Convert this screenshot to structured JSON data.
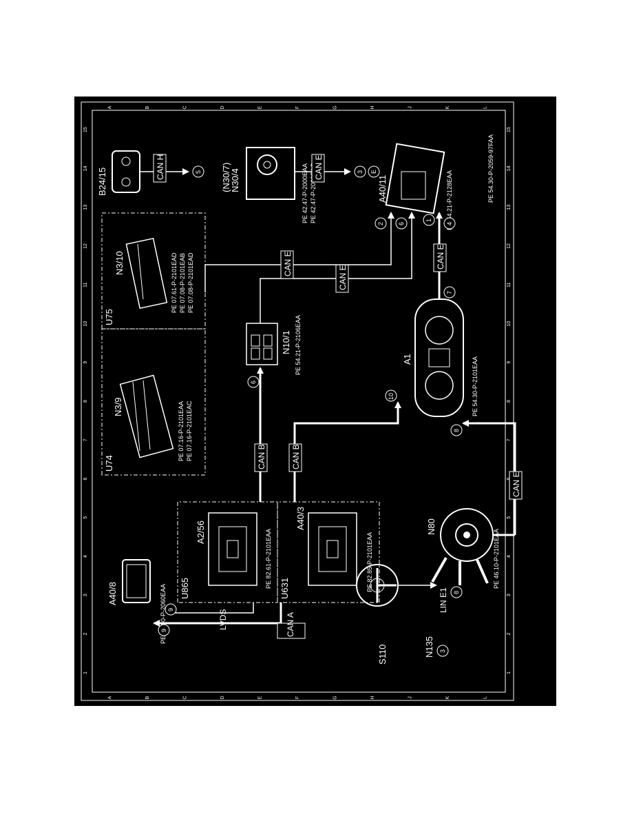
{
  "diagram_id": "PE 54.30-P-2059-97FAA",
  "grid": {
    "rows": [
      "A",
      "B",
      "C",
      "D",
      "E",
      "F",
      "G",
      "H",
      "J",
      "K",
      "L"
    ],
    "cols": [
      "1",
      "2",
      "3",
      "4",
      "5",
      "6",
      "7",
      "8",
      "9",
      "10",
      "11",
      "12",
      "13",
      "14",
      "15"
    ]
  },
  "groups": {
    "u74": "U74",
    "u75": "U75",
    "u865": "U865",
    "u631": "U631"
  },
  "components": {
    "a40_8": {
      "label": "A40/8",
      "ref": "PE 82.00-P-2060EAA"
    },
    "s110": {
      "label": "S110"
    },
    "n135": {
      "label": "N135"
    },
    "a2_56": {
      "label": "A2/56",
      "ref": "PE 82.61-P-2101EAA"
    },
    "a40_3": {
      "label": "A40/3",
      "ref": "PE 82.85-P-2101EAA"
    },
    "n80": {
      "label": "N80",
      "ref": "PE 46.10-P-2101EAA"
    },
    "n3_9": {
      "label": "N3/9",
      "ref1": "PE 07.16-P-2101EAA",
      "ref2": "PE 07.16-P-2101EAC"
    },
    "n3_10": {
      "label": "N3/10",
      "ref1": "PE 07.61-P-2101EAD",
      "ref2": "PE 07.08-P-2101EAB",
      "ref3": "PE 07.08-P-2101EAD"
    },
    "n10_1": {
      "label": "N10/1",
      "ref": "PE 54.21-P-2106EAA"
    },
    "a1": {
      "label": "A1",
      "ref": "PE 54.30-P-2101EAA"
    },
    "b24_15": {
      "label": "B24/15"
    },
    "n30_4": {
      "label": "N30/4",
      "label2": "(N30/7)",
      "ref1": "PE 42.47-P-2000EAA",
      "ref2": "PE 42.47-P-2000EAG"
    },
    "a40_11": {
      "label": "A40/11",
      "ref": "PE 54.21-P-2128EAA"
    }
  },
  "buses": {
    "can_a": "CAN A",
    "lvds": "LVDS",
    "lin_e1": "LIN E1",
    "can_b_1": "CAN B",
    "can_b_2": "CAN B",
    "can_e_n80": "CAN E",
    "can_e_a1": "CAN E",
    "can_e_n10": "CAN E",
    "can_e_n3": "CAN E",
    "can_h": "CAN H",
    "can_e_n30": "CAN E"
  },
  "markers": {
    "m_3_n135": "3",
    "m_8_lin": "8",
    "m_9_a": "9",
    "m_9_b": "9",
    "m_6_n10": "6",
    "m_10_a1": "10",
    "m_8_a1": "8",
    "m_7_a1": "7",
    "m_4_a40": "4",
    "m_1_a40": "1",
    "m_6_a40": "6",
    "m_2_a40": "2",
    "m_5_b24": "5",
    "m_3_n30": "3",
    "m_e_n30": "E"
  }
}
